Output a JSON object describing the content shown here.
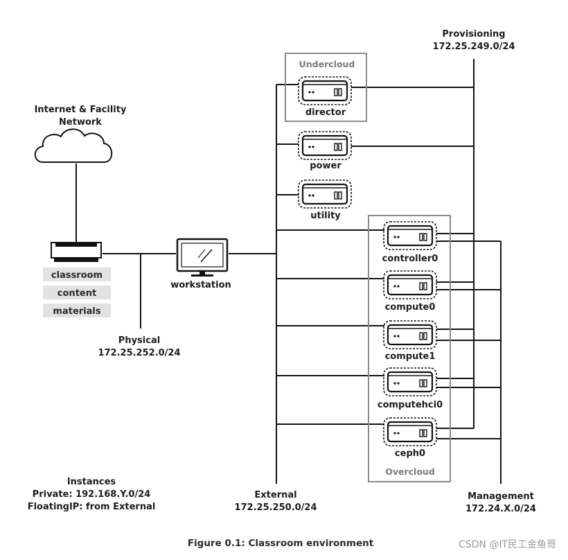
{
  "figure": {
    "caption": "Figure 0.1: Classroom environment",
    "watermark": "CSDN @IT民工金鱼哥"
  },
  "networks": {
    "provisioning": {
      "name": "Provisioning",
      "cidr": "172.25.249.0/24"
    },
    "external": {
      "name": "External",
      "cidr": "172.25.250.0/24"
    },
    "management": {
      "name": "Management",
      "cidr": "172.24.X.0/24"
    },
    "physical": {
      "name": "Physical",
      "cidr": "172.25.252.0/24"
    },
    "internet": {
      "line1": "Internet & Facility",
      "line2": "Network"
    }
  },
  "instances": {
    "title": "Instances",
    "private": "Private: 192.168.Y.0/24",
    "floating": "FloatingIP: from External"
  },
  "groups": {
    "undercloud": "Undercloud",
    "overcloud": "Overcloud"
  },
  "classroom_tags": [
    "classroom",
    "content",
    "materials"
  ],
  "workstation": "workstation",
  "nodes": {
    "director": "director",
    "power": "power",
    "utility": "utility",
    "controller0": "controller0",
    "compute0": "compute0",
    "compute1": "compute1",
    "computehci0": "computehci0",
    "ceph0": "ceph0"
  },
  "colors": {
    "line": "#111111",
    "group_border": "#8a8a8a",
    "tag_bg": "#e2e2e2"
  }
}
